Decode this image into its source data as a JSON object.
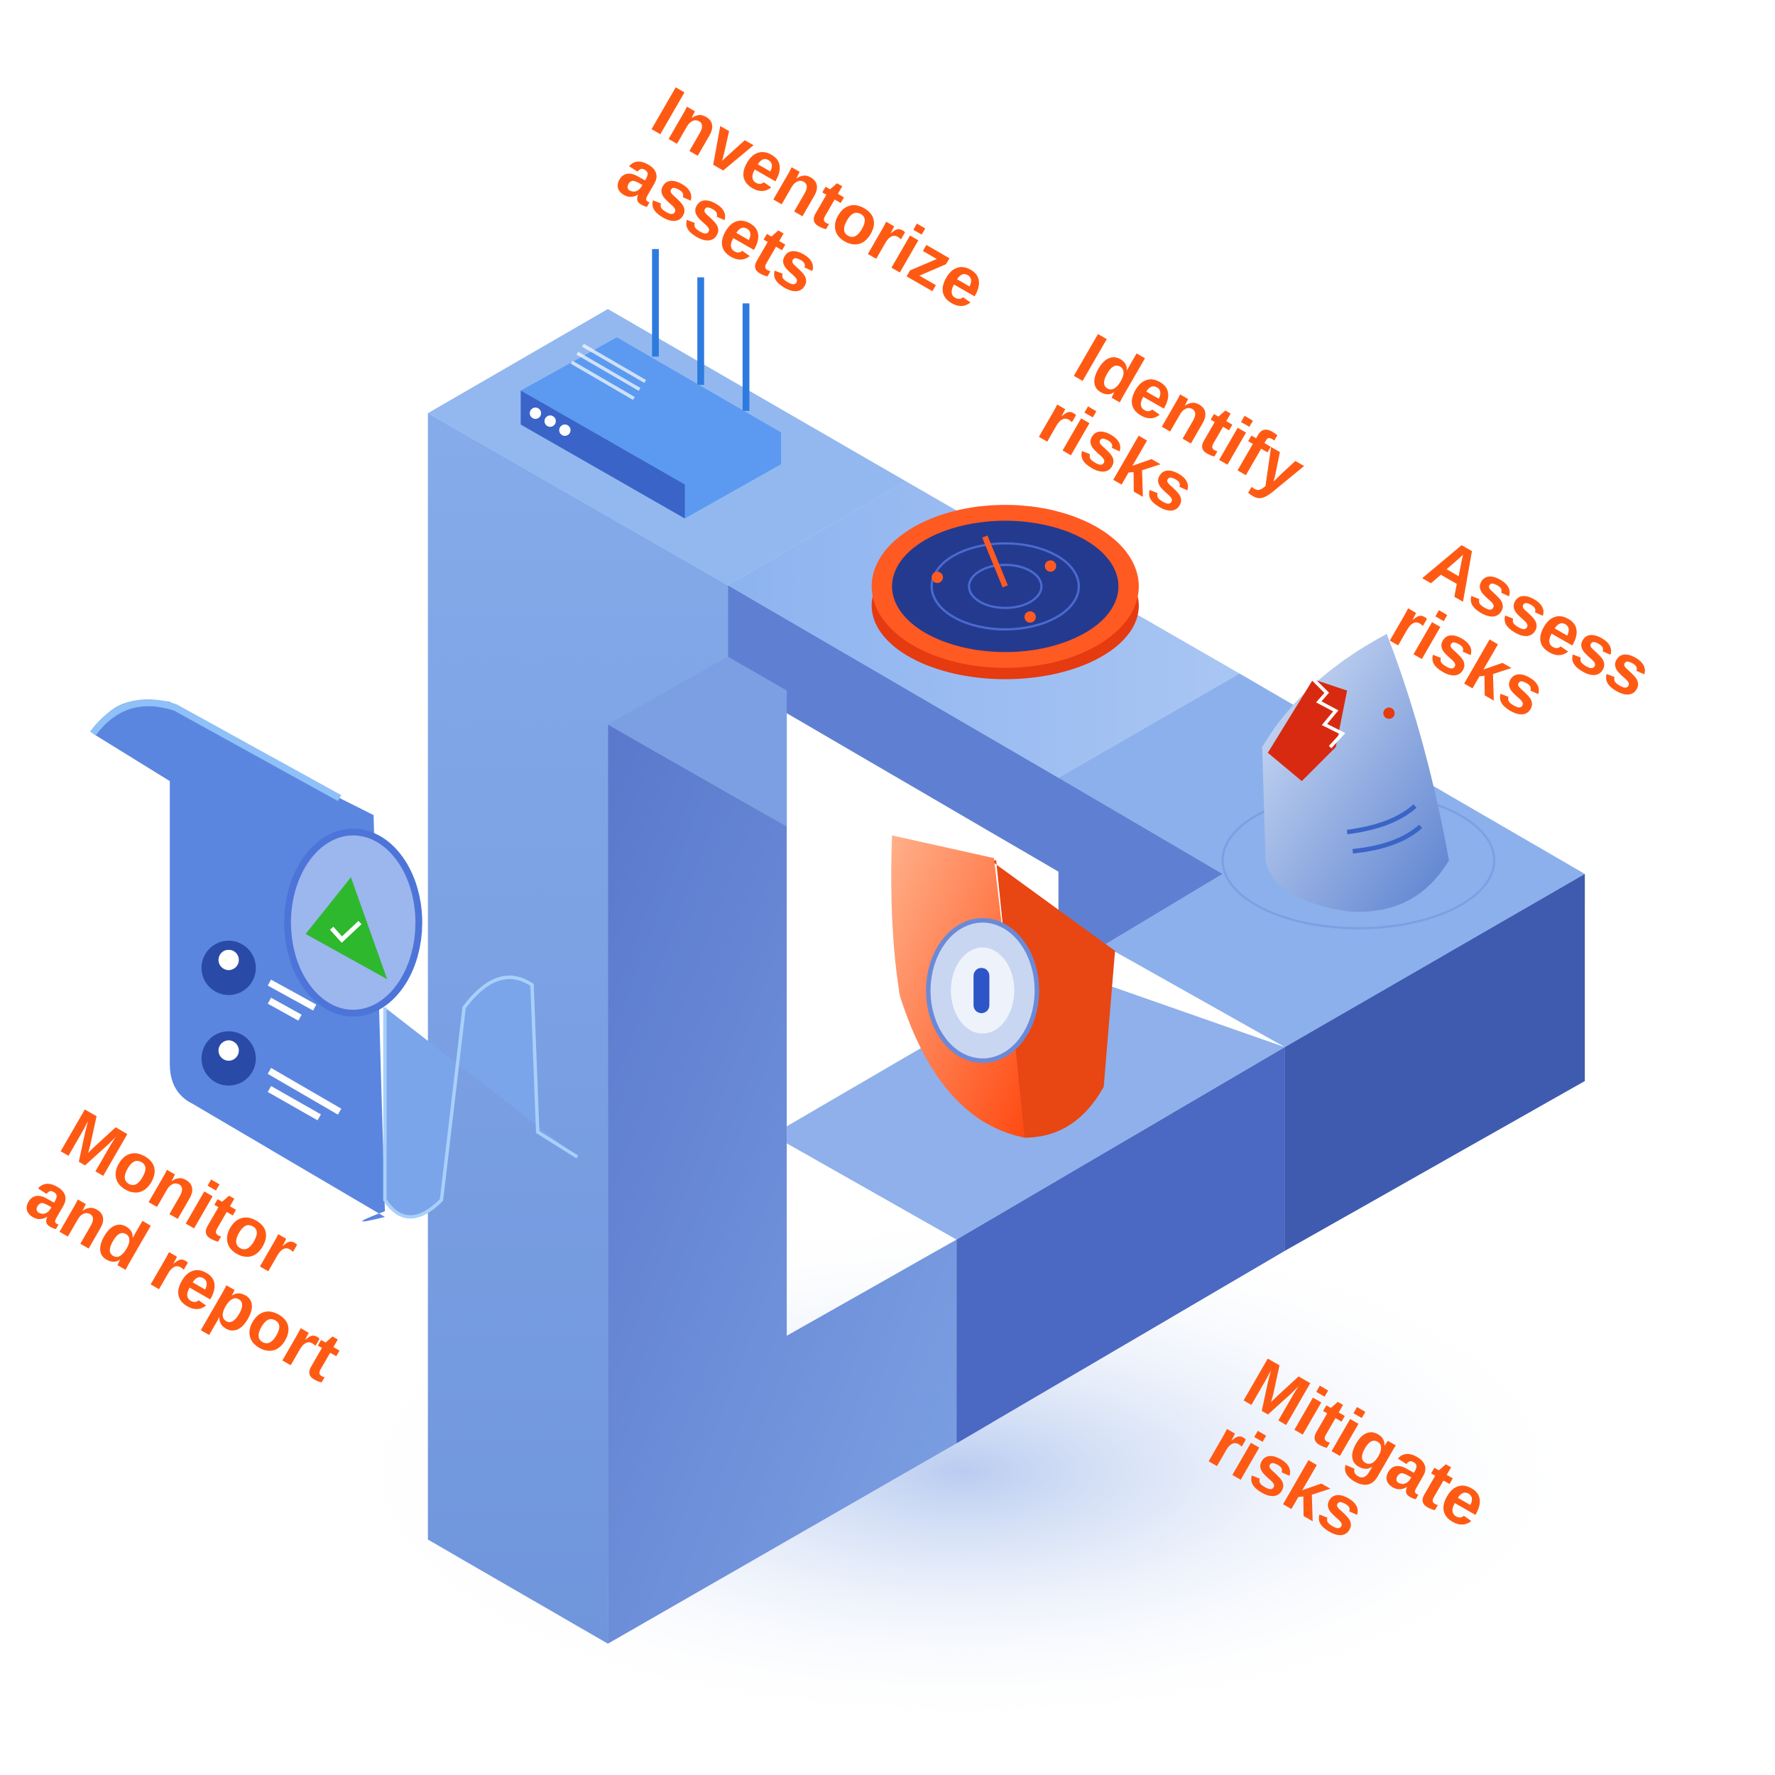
{
  "steps": [
    {
      "line1": "Inventorize",
      "line2": "assets",
      "icon": "router-icon"
    },
    {
      "line1": "Identify",
      "line2": "risks",
      "icon": "radar-icon"
    },
    {
      "line1": "Assess",
      "line2": "risks",
      "icon": "shark-icon"
    },
    {
      "line1": "Mitigate",
      "line2": "risks",
      "icon": "shield-lock-icon"
    },
    {
      "line1": "Monitor",
      "line2": "and report",
      "icon": "report-document-icon"
    }
  ],
  "colors": {
    "accent": "#ff5a14",
    "block_light": "#8fb3ee",
    "block_dark": "#3f5bb0",
    "check_green": "#2eb82e"
  }
}
